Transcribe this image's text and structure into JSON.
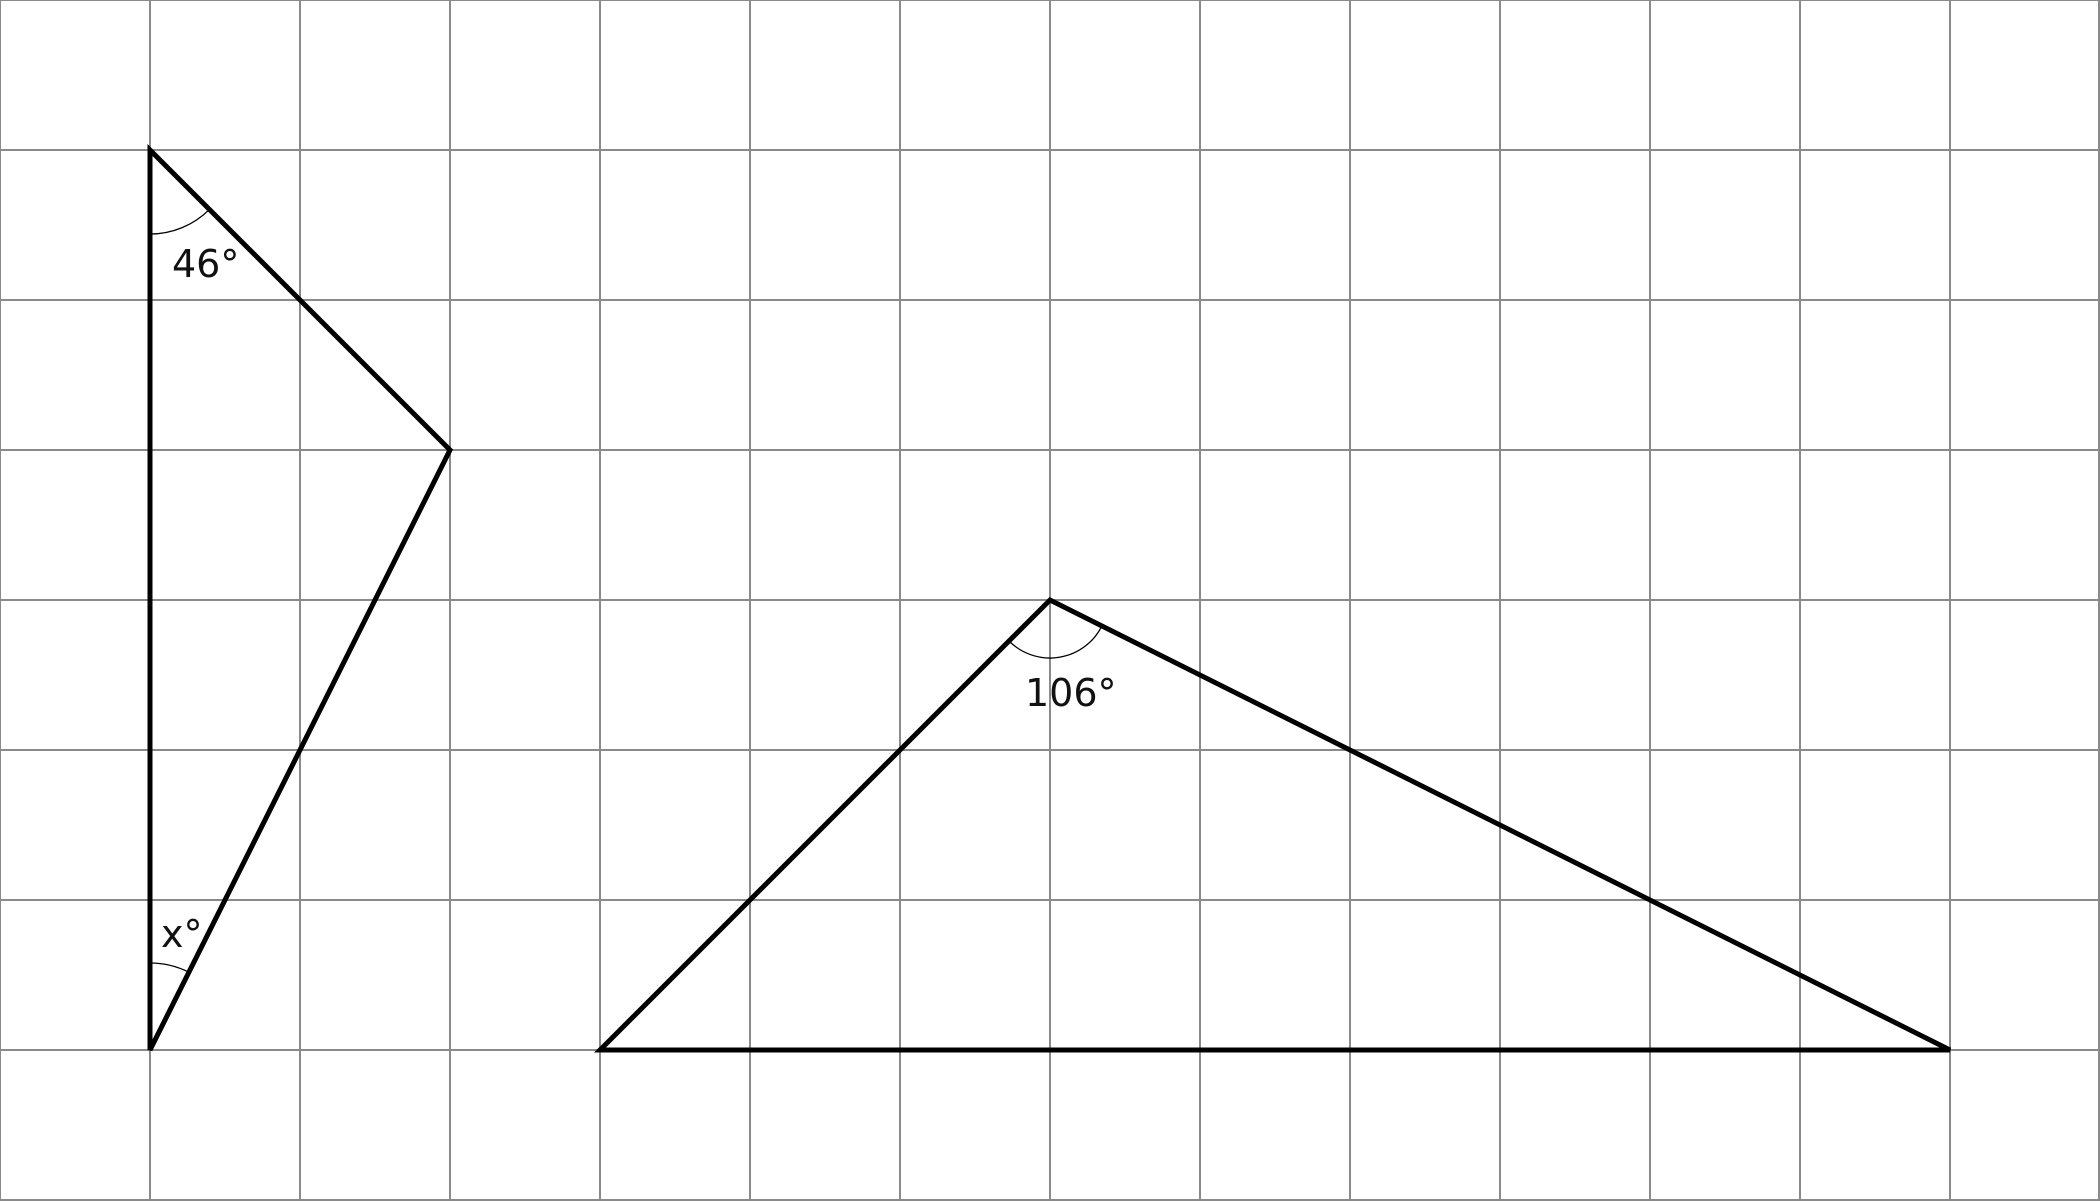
{
  "diagram": {
    "grid": {
      "columns": 14,
      "rows": 8
    },
    "triangles": [
      {
        "name": "left-triangle",
        "angles": [
          {
            "name": "angle-46",
            "label": "46°"
          },
          {
            "name": "angle-x",
            "label": "x°"
          }
        ]
      },
      {
        "name": "right-triangle",
        "angles": [
          {
            "name": "angle-106",
            "label": "106°"
          }
        ]
      }
    ]
  }
}
